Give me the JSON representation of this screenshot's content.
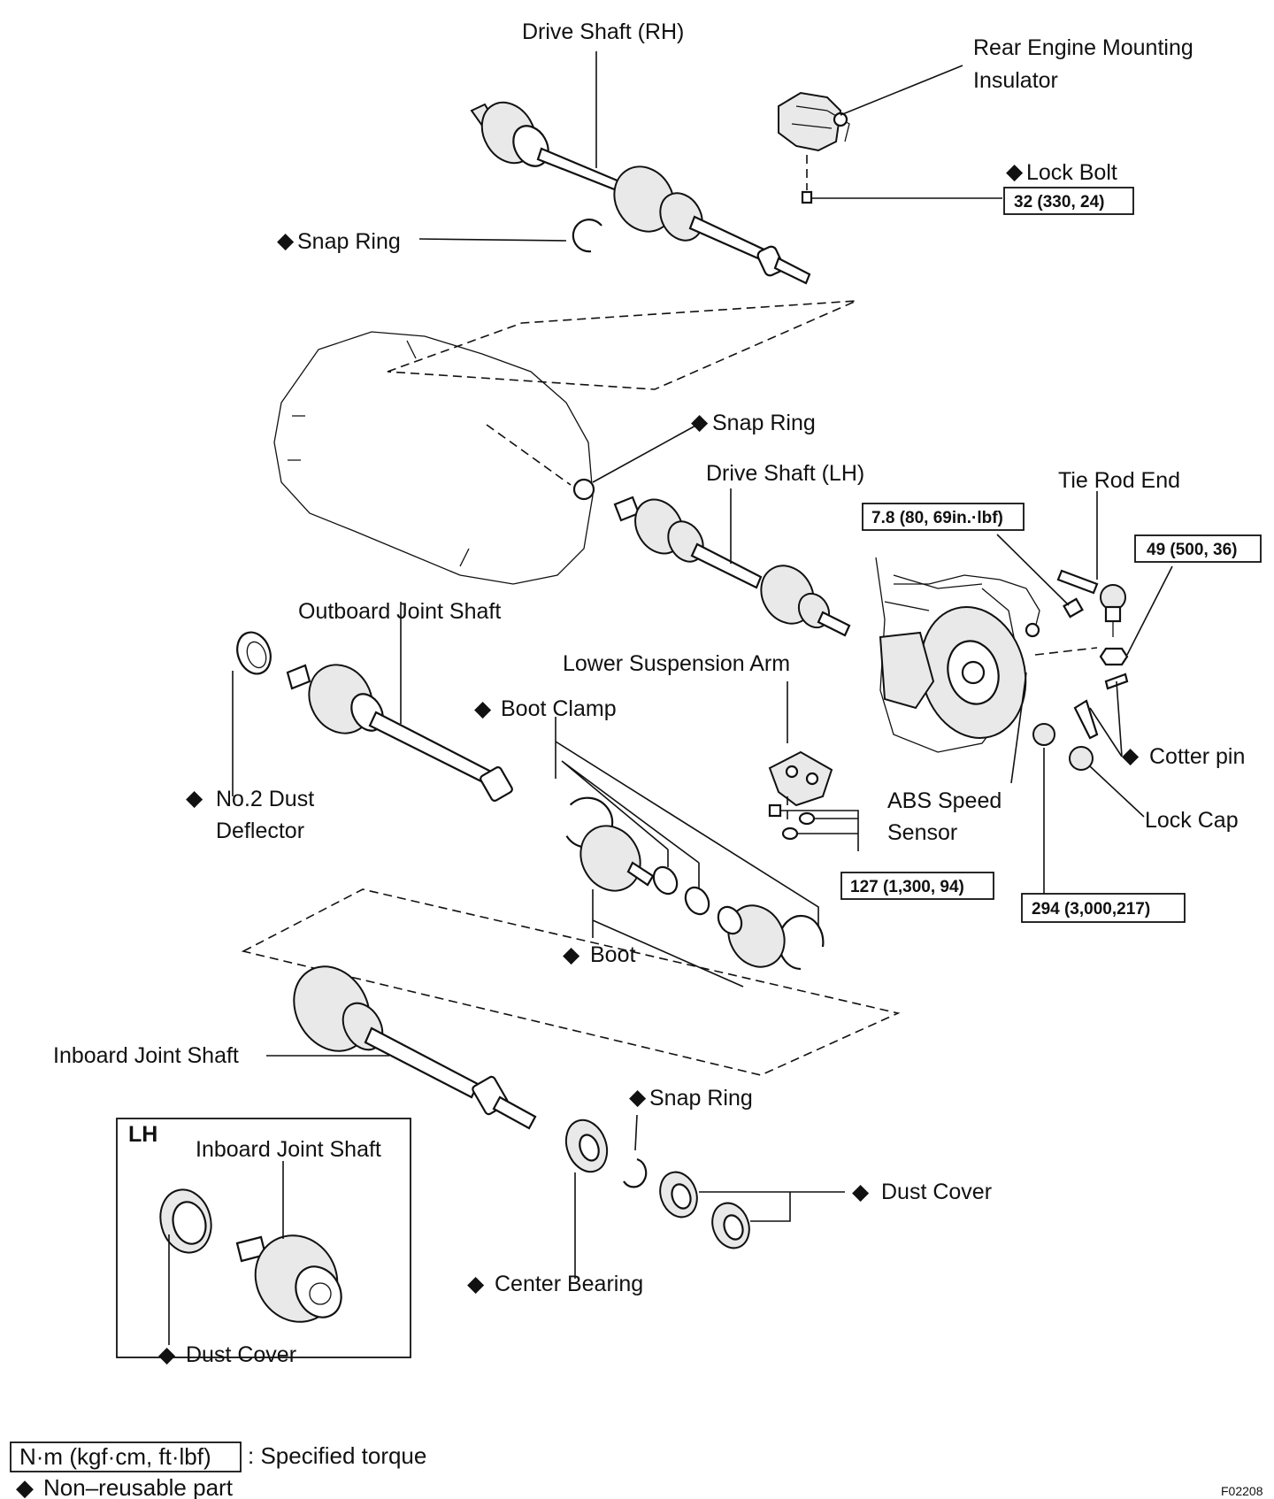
{
  "labels": {
    "drive_shaft_rh": "Drive Shaft (RH)",
    "rear_engine_mounting_line1": "Rear Engine Mounting",
    "rear_engine_mounting_line2": "Insulator",
    "lock_bolt": "Lock Bolt",
    "snap_ring_top": "Snap Ring",
    "snap_ring_mid": "Snap Ring",
    "drive_shaft_lh": "Drive Shaft (LH)",
    "tie_rod_end": "Tie Rod End",
    "outboard_joint_shaft": "Outboard Joint Shaft",
    "lower_suspension_arm": "Lower Suspension Arm",
    "boot_clamp": "Boot Clamp",
    "no2_dust_deflector_line1": "No.2  Dust",
    "no2_dust_deflector_line2": "Deflector",
    "cotter_pin": "Cotter pin",
    "abs_speed_sensor_line1": "ABS Speed",
    "abs_speed_sensor_line2": "Sensor",
    "lock_cap": "Lock Cap",
    "boot": "Boot",
    "inboard_joint_shaft": "Inboard Joint Shaft",
    "snap_ring_bottom": "Snap Ring",
    "dust_cover": "Dust Cover",
    "center_bearing": "Center Bearing"
  },
  "torques": {
    "lock_bolt": "32 (330, 24)",
    "abs_sensor": "7.8 (80, 69in.·lbf)",
    "tie_rod_nut": "49 (500, 36)",
    "lower_arm": "127 (1,300, 94)",
    "axle_nut": "294 (3,000,217)"
  },
  "inset": {
    "title": "LH",
    "inboard_joint_shaft": "Inboard Joint Shaft",
    "dust_cover": "Dust Cover"
  },
  "legend": {
    "torque_unit": "N·m (kgf·cm, ft·lbf)",
    "torque_text": ": Specified torque",
    "non_reusable": "Non–reusable part"
  },
  "figure_code": "F02208",
  "symbols": {
    "non_reusable": "◆"
  }
}
